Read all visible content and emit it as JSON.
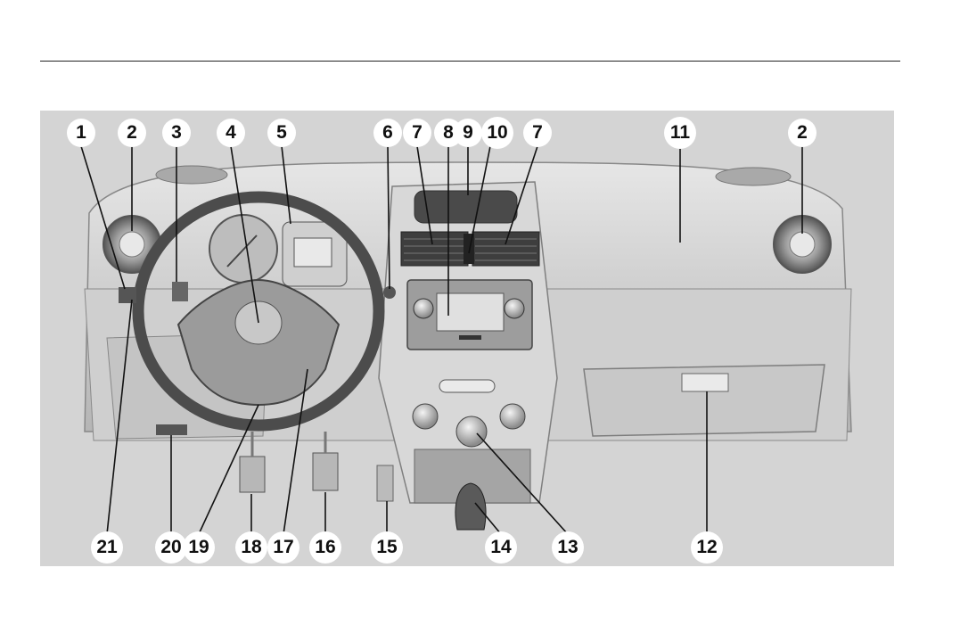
{
  "figure": {
    "callouts_top": [
      "1",
      "2",
      "3",
      "4",
      "5",
      "6",
      "7",
      "8",
      "9",
      "10",
      "7",
      "11",
      "2"
    ],
    "callouts_bottom": [
      "21",
      "20",
      "19",
      "18",
      "17",
      "16",
      "15",
      "14",
      "13",
      "12"
    ]
  }
}
